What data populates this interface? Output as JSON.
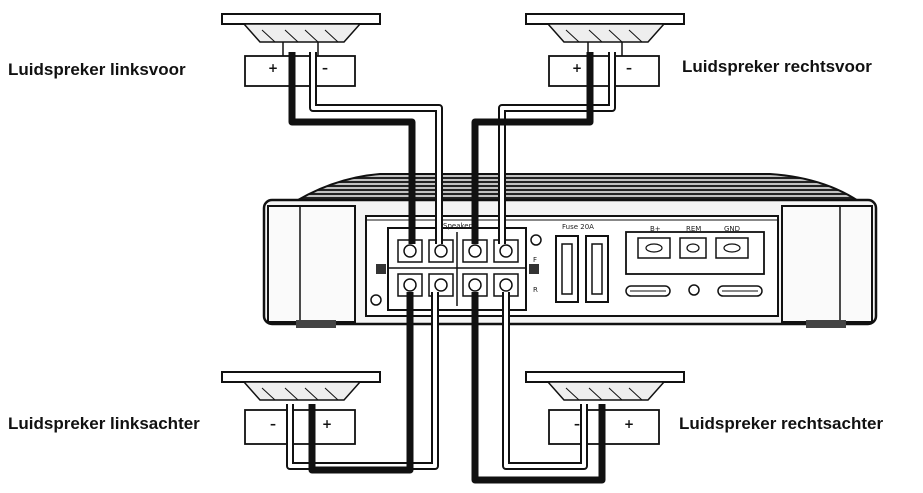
{
  "speakers": {
    "left_front": {
      "label": "Luidspreker linksvoor",
      "plus": "+",
      "minus": "–"
    },
    "right_front": {
      "label": "Luidspreker rechtsvoor",
      "plus": "+",
      "minus": "–"
    },
    "left_rear": {
      "label": "Luidspreker linksachter",
      "plus": "+",
      "minus": "–"
    },
    "right_rear": {
      "label": "Luidspreker rechtsachter",
      "plus": "+",
      "minus": "–"
    }
  },
  "amplifier": {
    "speaker_block_label": "Speaker",
    "fuse_label": "Fuse 20A",
    "power_terminals": [
      "B+",
      "REM",
      "GND"
    ],
    "switch_labels": [
      "F",
      "R"
    ]
  }
}
